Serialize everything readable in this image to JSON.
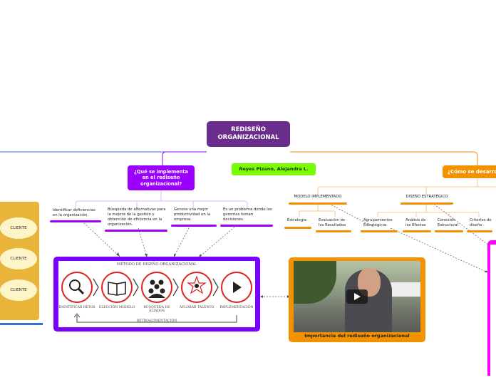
{
  "root": {
    "label": "REDISEÑO ORGANIZACIONAL",
    "color": "#6b2d8b"
  },
  "author": {
    "label": "Reyes Pizano, Alejandra L.",
    "color": "#7cfc00"
  },
  "purple_topic": {
    "label": "¿Qué se implementa en el rediseño organizacional?",
    "color": "#9b00ff"
  },
  "orange_topic": {
    "label": "¿Cómo se desarro",
    "color": "#f39200"
  },
  "purple_subtopics": [
    {
      "label": "Identificar deficiencias en la organización."
    },
    {
      "label": "Búsqueda de alternativas para la mejora de la gestión y obtención de eficiencia en la organización."
    },
    {
      "label": "Genera una mejor productividad en la empresa."
    },
    {
      "label": "Es un problema donde los gerentes toman decisiones."
    }
  ],
  "orange_groups": [
    {
      "label": "MODELO IMPLEMENTADO"
    },
    {
      "label": "DISEÑO ESTRATÉGICO"
    }
  ],
  "orange_subtopics": [
    {
      "label": "Estrategia"
    },
    {
      "label": "Evaluación de los Resultados"
    },
    {
      "label": "Agrupamientos Estratégicos"
    },
    {
      "label": "Análisis de los Efectos"
    },
    {
      "label": "Conexión Estructural"
    },
    {
      "label": "Criterios de diseño"
    }
  ],
  "clientes": [
    "CLIENTE",
    "CLIENTE",
    "CLIENTE"
  ],
  "method_image": {
    "title": "MÉTODO DE DISEÑO ORGANIZACIONAL",
    "steps": [
      "IDENTIFICAR RETOS",
      "ELECCIÓN MODELO",
      "BÚSQUEDA DE ALIADOS",
      "AFLORAR TALENTO",
      "IMPLEMENTACIÓN"
    ],
    "feedback": "RETROALIMENTACIÓN"
  },
  "video": {
    "caption": "Importancia del rediseño organizacional"
  },
  "colors": {
    "purple": "#9b00ff",
    "orange": "#f39200",
    "gold": "#e8b43a",
    "blue": "#3b6fd8",
    "magenta": "#ff00ff"
  }
}
